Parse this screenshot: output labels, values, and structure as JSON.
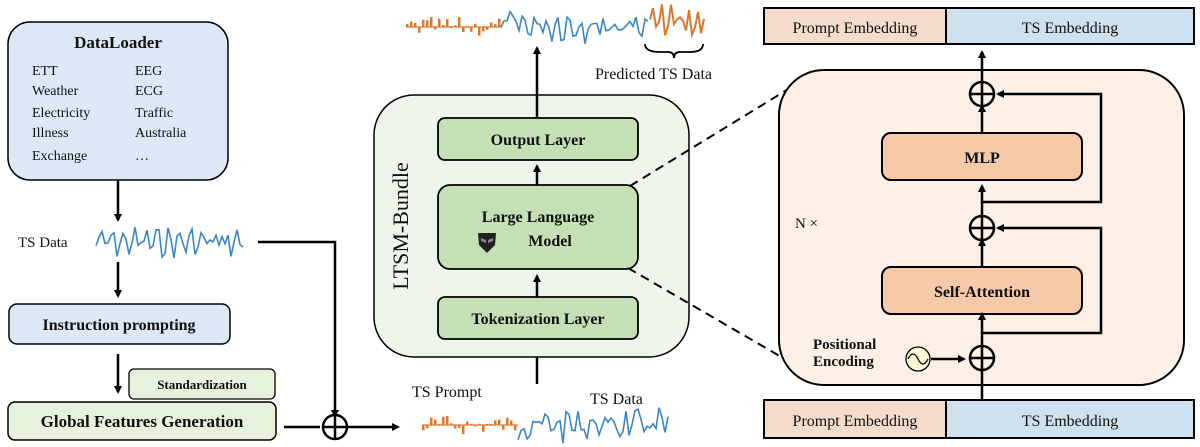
{
  "colors": {
    "blue_box": "#dde8f6",
    "green_box": "#e6f2dc",
    "green_dark": "#c4e0b4",
    "bundle_bg": "#eef5ea",
    "peach_bg": "#fcf0e7",
    "peach_box": "#f6c9a9",
    "prompt_emb": "#f4dccd",
    "ts_emb": "#cfe1ee",
    "ts_line": "#3a87c4",
    "prompt_line": "#d8792f",
    "pe_icon": "#fbf6d6"
  },
  "dataloader": {
    "title": "DataLoader",
    "col1": [
      "ETT",
      "Weather",
      "Electricity",
      "Illness",
      "Exchange"
    ],
    "col2": [
      "EEG",
      "ECG",
      "Traffic",
      "Australia",
      "…"
    ]
  },
  "left": {
    "ts_data_label": "TS Data",
    "instruction_prompting": "Instruction prompting",
    "standardization": "Standardization",
    "global_features": "Global Features Generation"
  },
  "bundle": {
    "title": "LTSM-Bundle",
    "output_layer": "Output Layer",
    "llm_line1": "Large Language",
    "llm_line2": "Model",
    "tokenization_layer": "Tokenization Layer",
    "llm_icon": "transformer-logo-icon"
  },
  "series": {
    "predicted_label": "Predicted TS Data",
    "ts_prompt_label": "TS Prompt",
    "ts_data_label": "TS Data"
  },
  "transformer": {
    "repeat_label": "N ×",
    "mlp": "MLP",
    "self_attention": "Self-Attention",
    "pe_line1": "Positional",
    "pe_line2": "Encoding",
    "prompt_embedding": "Prompt Embedding",
    "ts_embedding": "TS Embedding"
  }
}
